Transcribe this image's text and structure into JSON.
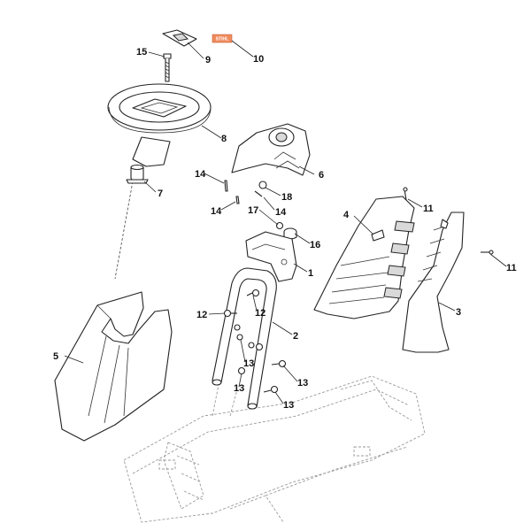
{
  "callouts": {
    "c1": "1",
    "c2": "2",
    "c3": "3",
    "c4": "4",
    "c5": "5",
    "c6": "6",
    "c7": "7",
    "c8": "8",
    "c9": "9",
    "c10": "10",
    "c11a": "11",
    "c11b": "11",
    "c12a": "12",
    "c12b": "12",
    "c13a": "13",
    "c13b": "13",
    "c13c": "13",
    "c13d": "13",
    "c14a": "14",
    "c14b": "14",
    "c14c": "14",
    "c15": "15",
    "c16": "16",
    "c17": "17",
    "c18": "18"
  },
  "decal_text": "STIHL",
  "colors": {
    "line": "#222222",
    "frame": "#9a9a9a",
    "decal": "#f08a5d"
  }
}
